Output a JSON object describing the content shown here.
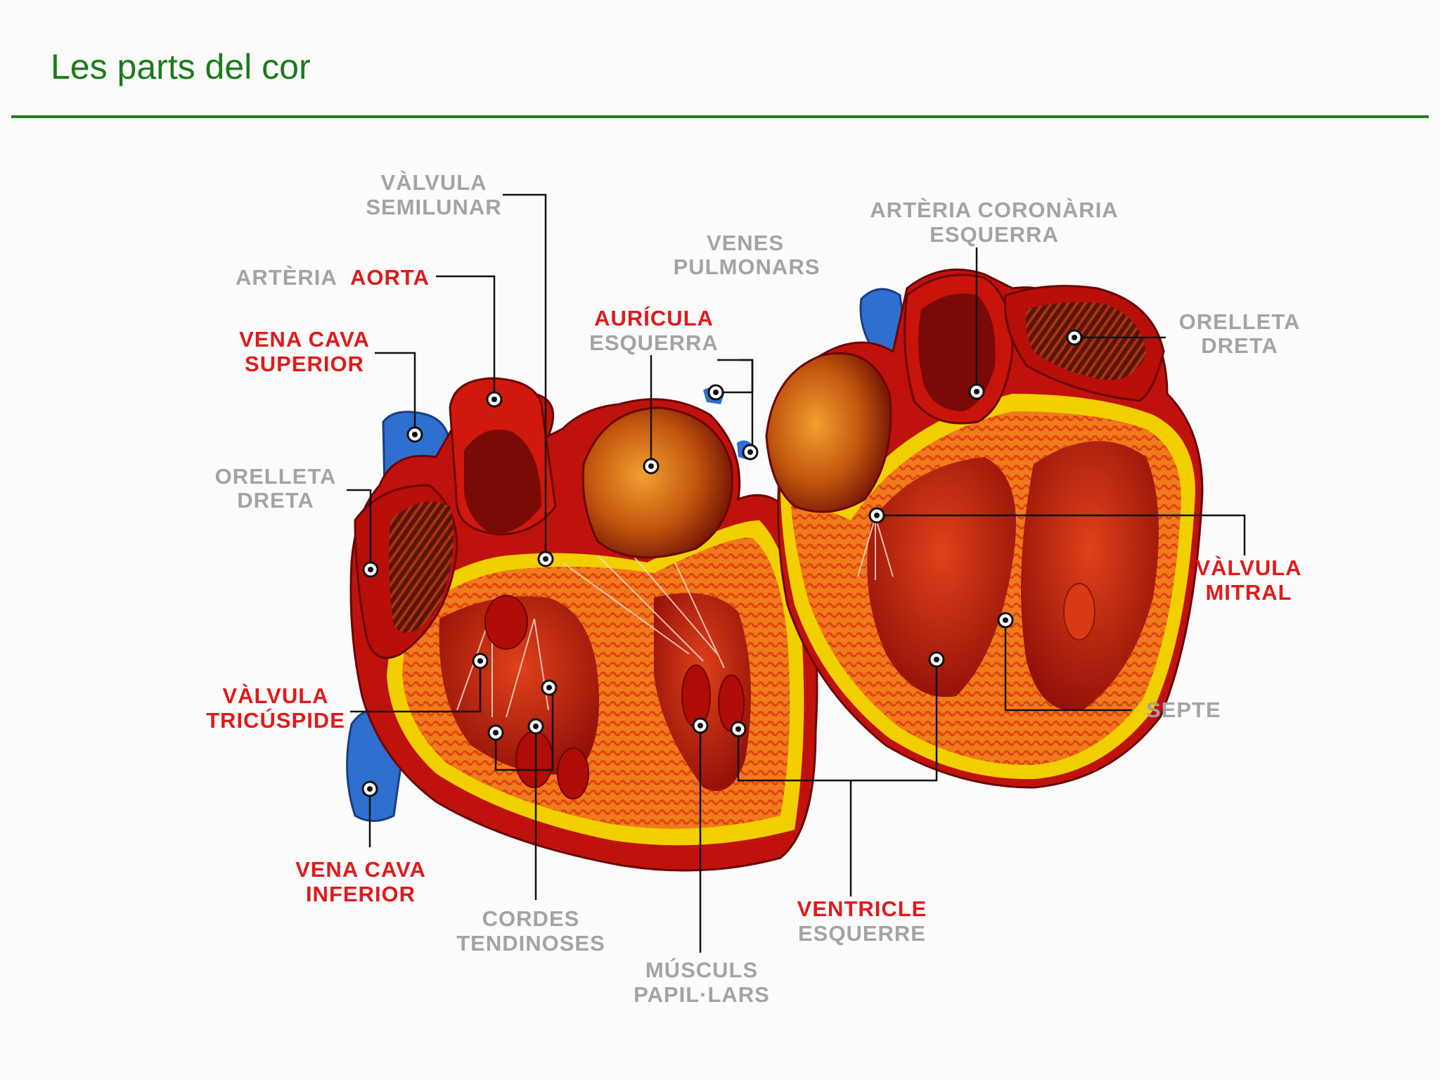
{
  "title": "Les parts del cor",
  "colors": {
    "title_green": "#1a7a1a",
    "label_gray": "#a3a3a3",
    "label_red": "#e01a1a",
    "vein_blue": "#2f6fd0",
    "muscle_red": "#c01010",
    "fat_yellow": "#f2d000"
  },
  "labels": {
    "valvula_semilunar": [
      "VÀLVULA",
      "SEMILUNAR"
    ],
    "arteria_aorta": {
      "gray": "ARTÈRIA",
      "red": "AORTA"
    },
    "vena_cava_superior": [
      "VENA CAVA",
      "SUPERIOR"
    ],
    "orelleta_dreta_left": [
      "ORELLETA",
      "DRETA"
    ],
    "valvula_tricuspide": [
      "VÀLVULA",
      "TRICÚSPIDE"
    ],
    "vena_cava_inferior": [
      "VENA CAVA",
      "INFERIOR"
    ],
    "cordes_tendinoses": [
      "CORDES",
      "TENDINOSES"
    ],
    "musculs_papillars": [
      "MÚSCULS",
      "PAPIL·LARS"
    ],
    "ventricle_esquerre": [
      "VENTRICLE",
      "ESQUERRE"
    ],
    "auricula_esquerra": [
      "AURÍCULA",
      "ESQUERRA"
    ],
    "venes_pulmonars": [
      "VENES",
      "PULMONARS"
    ],
    "arteria_coronaria_esquerra": [
      "ARTÈRIA CORONÀRIA",
      "ESQUERRA"
    ],
    "orelleta_dreta_right": [
      "ORELLETA",
      "DRETA"
    ],
    "valvula_mitral": [
      "VÀLVULA",
      "MITRAL"
    ],
    "septe": "SEPTE"
  }
}
